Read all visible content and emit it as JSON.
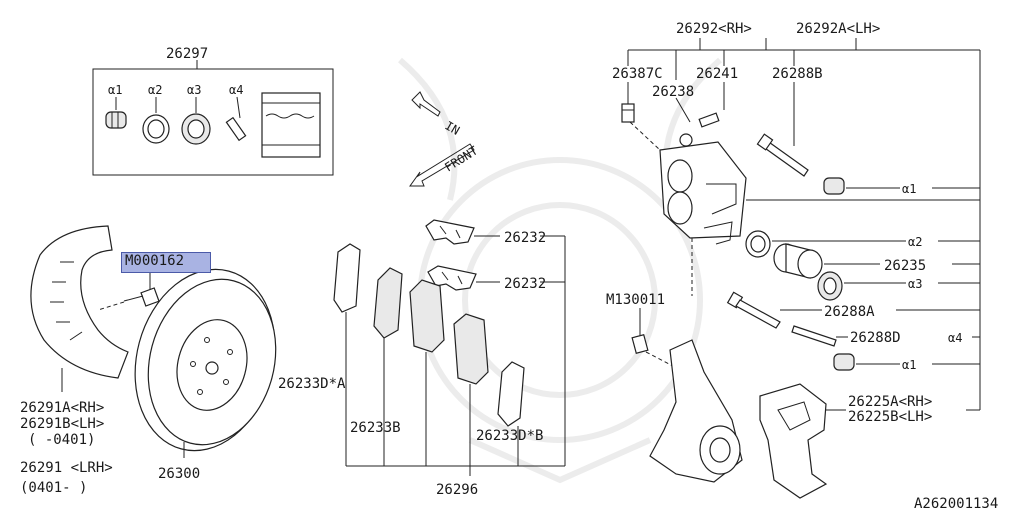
{
  "labels": {
    "kit": "26297",
    "a1": "α1",
    "a2": "α2",
    "a3": "α3",
    "a4": "α4",
    "highlighted_part": "M000162",
    "shield_a": "26291A<RH>",
    "shield_b": "26291B<LH>",
    "shield_range": "(   -0401)",
    "shield_lrh": "26291 <LRH>",
    "shield_lrh_range": "(0401-   )",
    "disc": "26300",
    "pad_clip_top": "26232",
    "pad_clip_mid": "26232",
    "shim_a": "26233D*A",
    "shim_b_left": "26233B",
    "shim_b_right": "26233D*B",
    "pad_set": "26296",
    "direction_in": "IN",
    "direction_front": "FRONT",
    "caliper_rh": "26292<RH>",
    "caliper_lh": "26292A<LH>",
    "bleeder": "26387C",
    "bleeder_cap": "26241",
    "bolt_upper": "26238",
    "guide_pin": "26288B",
    "bushing_a1": "α1",
    "seal_a2": "α2",
    "piston": "26235",
    "boot_a3": "α3",
    "pin_a": "26288A",
    "pin_d": "26288D",
    "pin_d_alpha": "α4",
    "bushing_a1_lower": "α1",
    "mount_bolt": "M130011",
    "bracket_rh": "26225A<RH>",
    "bracket_lh": "26225B<LH>",
    "drawing_code": "A262001134"
  },
  "colors": {
    "highlight_fill": "#a9b3e3",
    "highlight_border": "#4b5aa8",
    "line": "#222222",
    "watermark": "#ececec"
  }
}
